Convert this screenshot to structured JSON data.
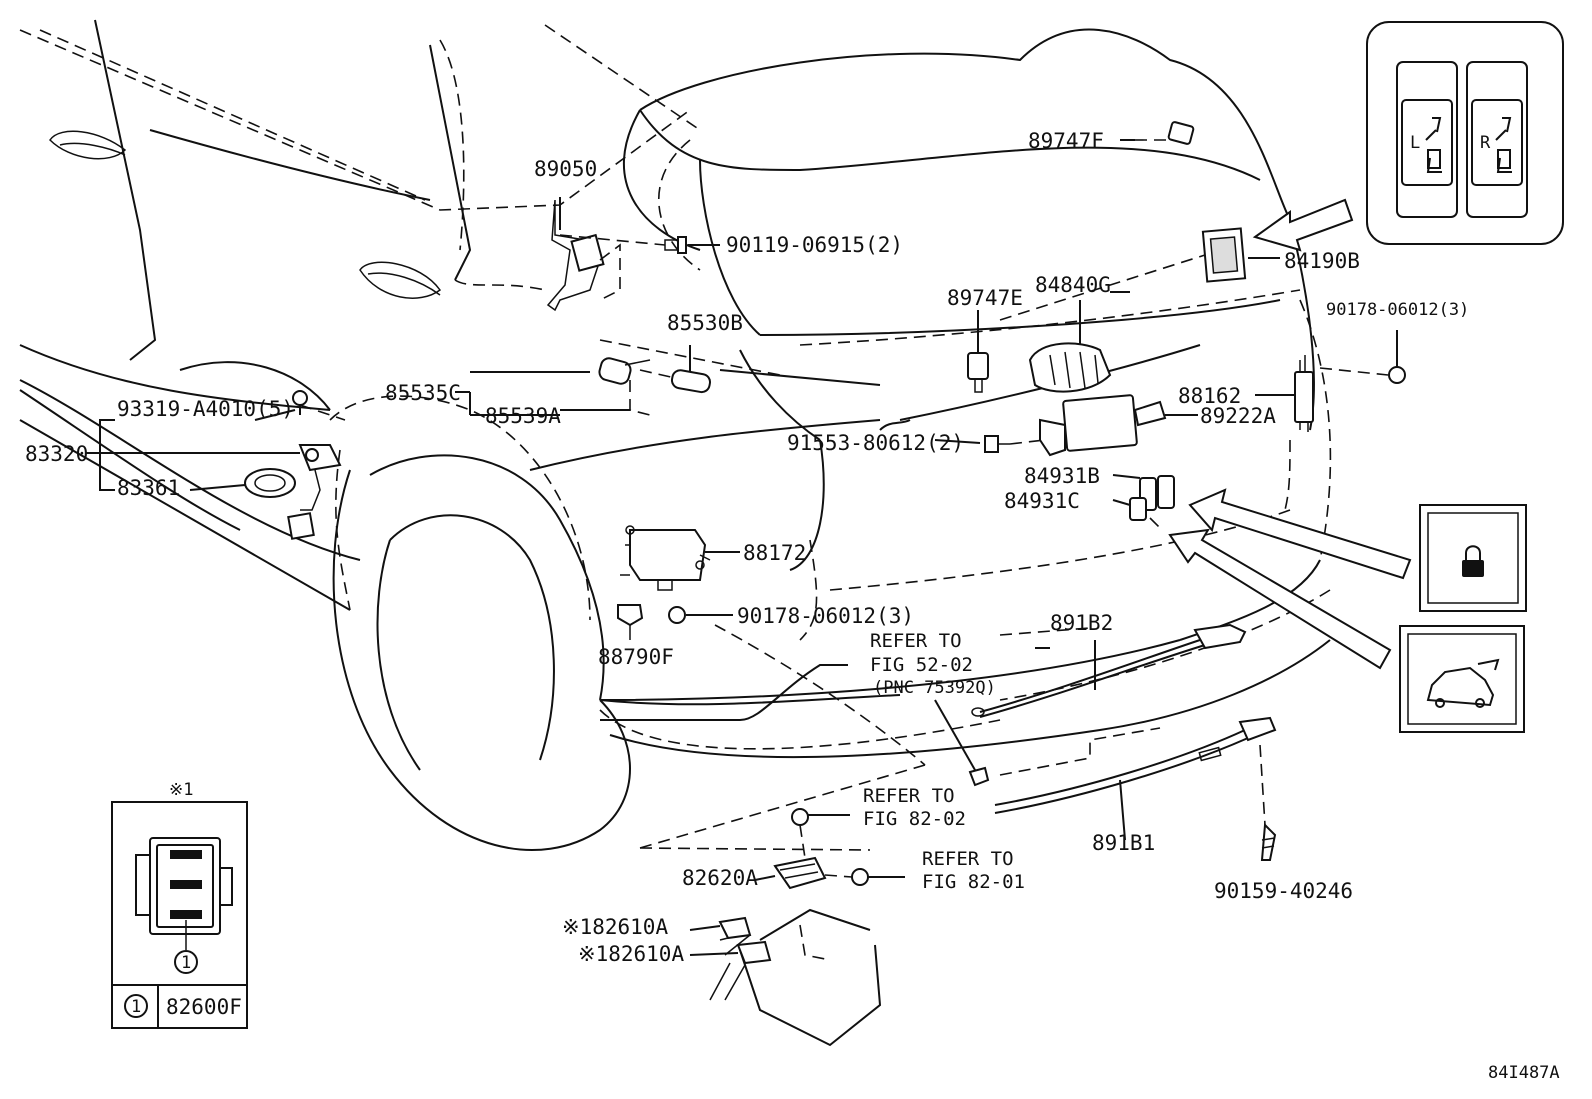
{
  "diagram_code": "84I487A",
  "parts": {
    "p89050": "89050",
    "p90119": "90119-06915(2)",
    "p85530B": "85530B",
    "p85535C": "85535C",
    "p85539A": "85539A",
    "p93319": "93319-A4010(5)",
    "p83320": "83320",
    "p83361": "83361",
    "p89747F": "89747F",
    "p84190B": "84190B",
    "p89747E": "89747E",
    "p84840G": "84840G",
    "p90178a": "90178-06012(3)",
    "p88162": "88162",
    "p89222A": "89222A",
    "p91553": "91553-80612(2)",
    "p84931B": "84931B",
    "p84931C": "84931C",
    "p88172": "88172",
    "p90178b": "90178-06012(3)",
    "p88790F": "88790F",
    "p891B2": "891B2",
    "p891B1": "891B1",
    "p90159": "90159-40246",
    "p82620A": "82620A",
    "p82610A_1": "※182610A",
    "p82610A_2": "※182610A"
  },
  "refs": {
    "r1_line1": "REFER TO",
    "r1_line2": "FIG 52-02",
    "r1_line3": "(PNC 75392Q)",
    "r2_line1": "REFER TO",
    "r2_line2": "FIG 82-02",
    "r3_line1": "REFER TO",
    "r3_line2": "FIG 82-01"
  },
  "inset_connector": {
    "note": "※1",
    "callout_num": "1",
    "part": "82600F"
  },
  "inset_seat_switch": {
    "left_letter": "L",
    "right_letter": "R"
  },
  "icons": {
    "lock": "lock-icon",
    "tailgate": "tailgate-icon",
    "seat_left": "seat-switch-left-icon",
    "seat_right": "seat-switch-right-icon"
  }
}
